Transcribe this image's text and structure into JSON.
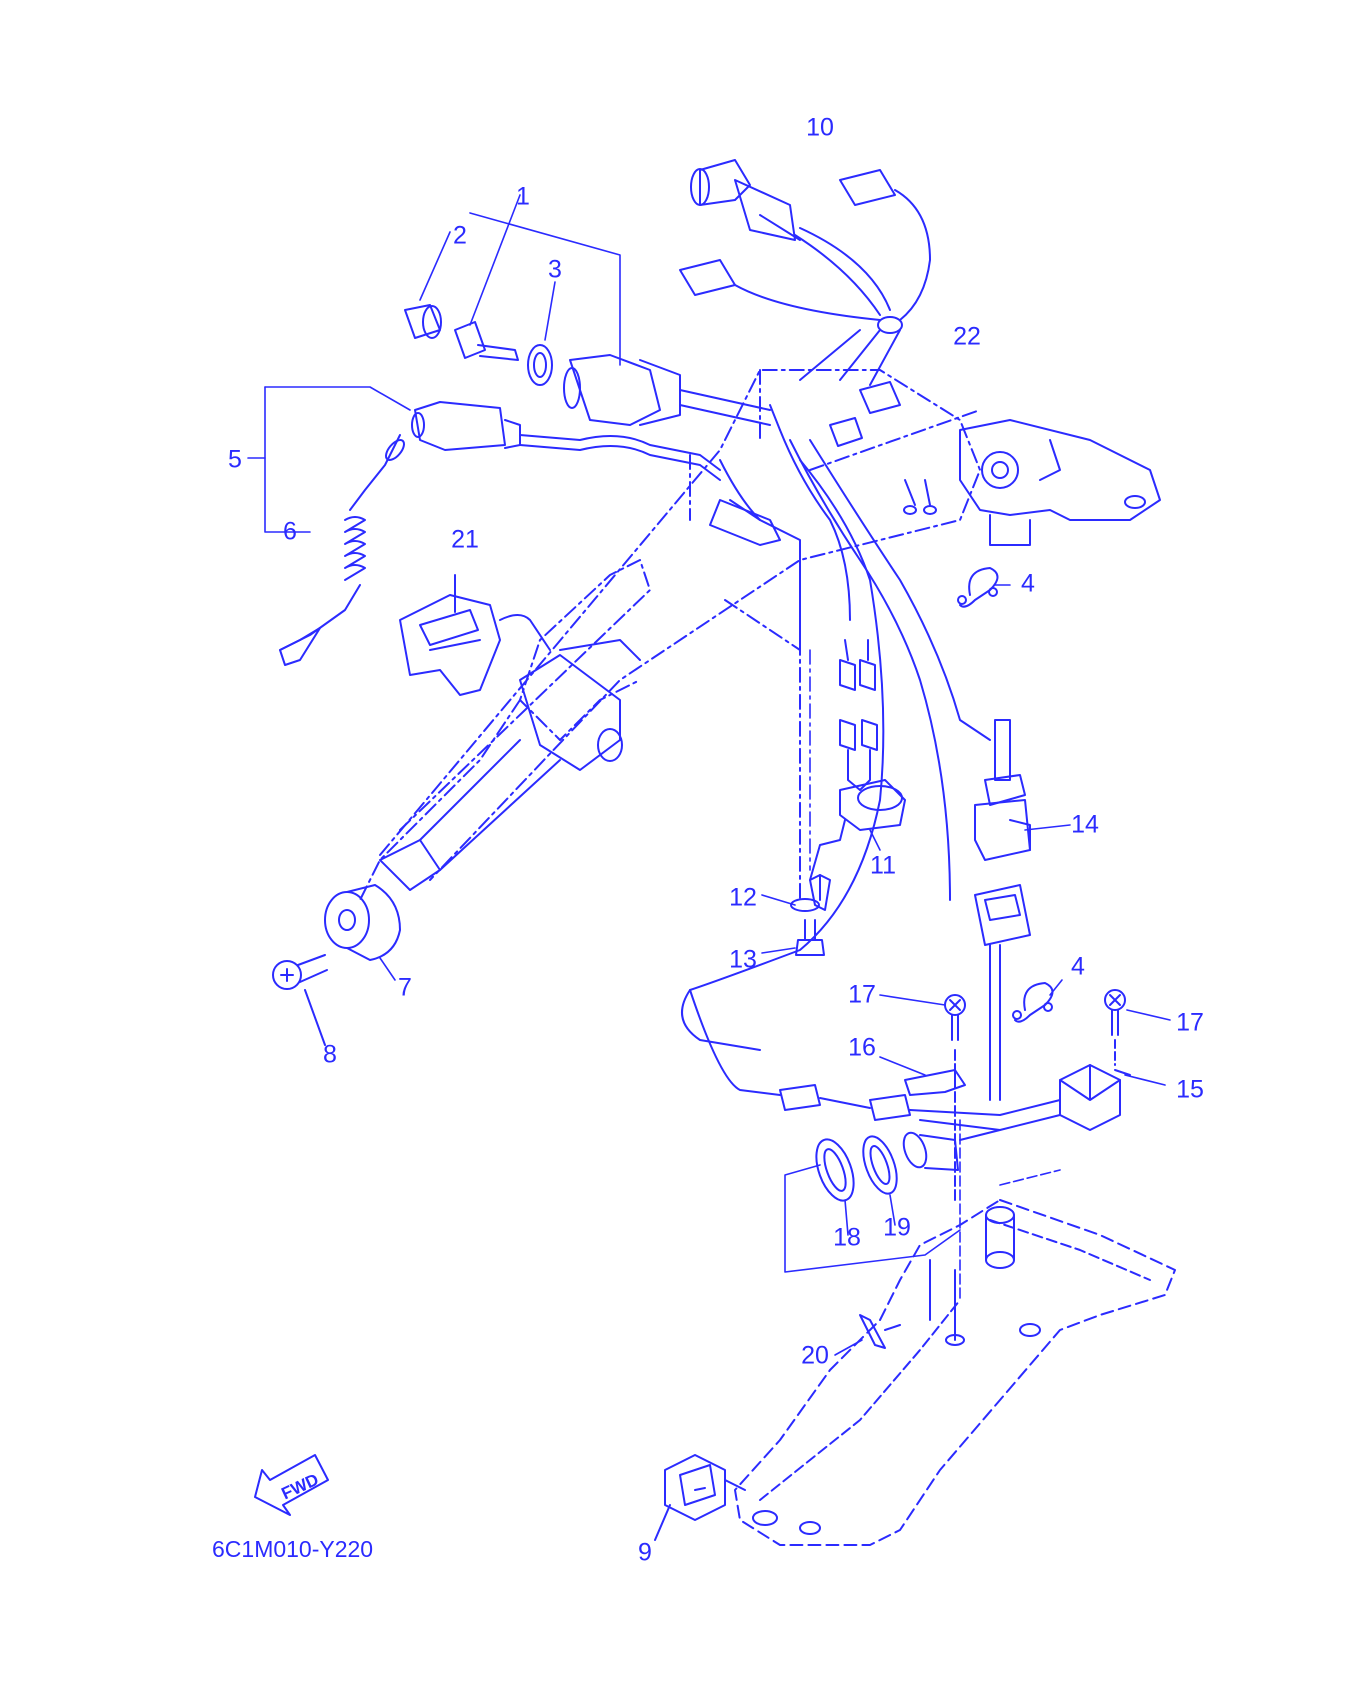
{
  "diagram": {
    "code": "6C1M010-Y220",
    "fwd_label": "FWD",
    "line_color": "#2b2bff",
    "callouts": [
      {
        "id": "c1",
        "label": "1"
      },
      {
        "id": "c2",
        "label": "2"
      },
      {
        "id": "c3",
        "label": "3"
      },
      {
        "id": "c4a",
        "label": "4"
      },
      {
        "id": "c4b",
        "label": "4"
      },
      {
        "id": "c5",
        "label": "5"
      },
      {
        "id": "c6",
        "label": "6"
      },
      {
        "id": "c7",
        "label": "7"
      },
      {
        "id": "c8",
        "label": "8"
      },
      {
        "id": "c9",
        "label": "9"
      },
      {
        "id": "c10",
        "label": "10"
      },
      {
        "id": "c11",
        "label": "11"
      },
      {
        "id": "c12",
        "label": "12"
      },
      {
        "id": "c13",
        "label": "13"
      },
      {
        "id": "c14",
        "label": "14"
      },
      {
        "id": "c15",
        "label": "15"
      },
      {
        "id": "c16",
        "label": "16"
      },
      {
        "id": "c17a",
        "label": "17"
      },
      {
        "id": "c17b",
        "label": "17"
      },
      {
        "id": "c18",
        "label": "18"
      },
      {
        "id": "c19",
        "label": "19"
      },
      {
        "id": "c20",
        "label": "20"
      },
      {
        "id": "c21",
        "label": "21"
      },
      {
        "id": "c22",
        "label": "22"
      }
    ]
  }
}
